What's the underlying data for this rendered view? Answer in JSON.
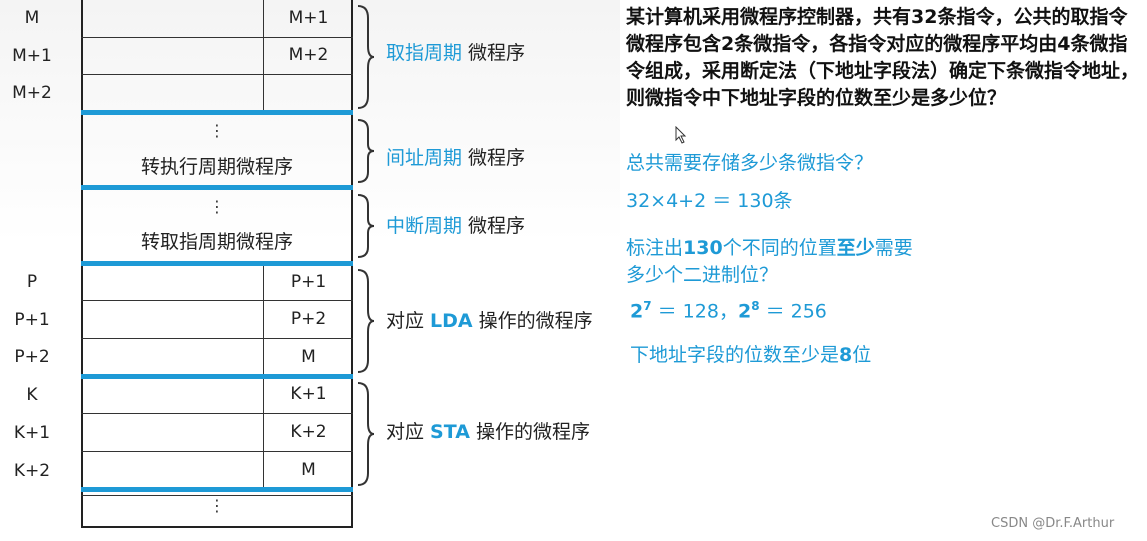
{
  "addresses": {
    "m": "M",
    "m1": "M+1",
    "m2": "M+2",
    "p": "P",
    "p1": "P+1",
    "p2": "P+2",
    "k": "K",
    "k1": "K+1",
    "k2": "K+2"
  },
  "next_addresses": {
    "m_row0": "M+1",
    "m_row1": "M+2",
    "p_row0": "P+1",
    "p_row1": "P+2",
    "p_row2": "M",
    "k_row0": "K+1",
    "k_row1": "K+2",
    "k_row2": "M"
  },
  "dots": "⋮",
  "blocks": {
    "exec": "转执行周期微程序",
    "fetch": "转取指周期微程序"
  },
  "braces": {
    "fetch": {
      "highlight": "取指周期",
      "rest": " 微程序"
    },
    "indirect": {
      "highlight": "间址周期",
      "rest": " 微程序"
    },
    "interrupt": {
      "highlight": "中断周期",
      "rest": " 微程序"
    },
    "lda": {
      "pre": "对应 ",
      "highlight": "LDA",
      "post": " 操作的微程序"
    },
    "sta": {
      "pre": "对应 ",
      "highlight": "STA",
      "post": " 操作的微程序"
    }
  },
  "question": "某计算机采用微程序控制器，共有32条指令，公共的取指令微程序包含2条微指令，各指令对应的微程序平均由4条微指令组成，采用断定法（下地址字段法）确定下条微指令地址，则微指令中下地址字段的位数至少是多少位？",
  "answers": {
    "q1": "总共需要存储多少条微指令？",
    "calc1": "32×4+2 ＝ 130条",
    "q2a_pre": "标注出",
    "q2a_num": "130",
    "q2a_mid": "个不同的位置",
    "q2a_bold": "至少",
    "q2a_post": "需要",
    "q2b": "多少个二进制位？",
    "pow1_base": "2",
    "pow1_exp": "7",
    "pow1_val": " ＝ 128，",
    "pow2_base": "2",
    "pow2_exp": "8",
    "pow2_val": " ＝ 256",
    "final_pre": "下地址字段的位数至少是",
    "final_num": "8",
    "final_post": "位"
  },
  "watermark": "CSDN @Dr.F.Arthur",
  "colors": {
    "accent": "#1e9ad6",
    "text": "#111111"
  }
}
